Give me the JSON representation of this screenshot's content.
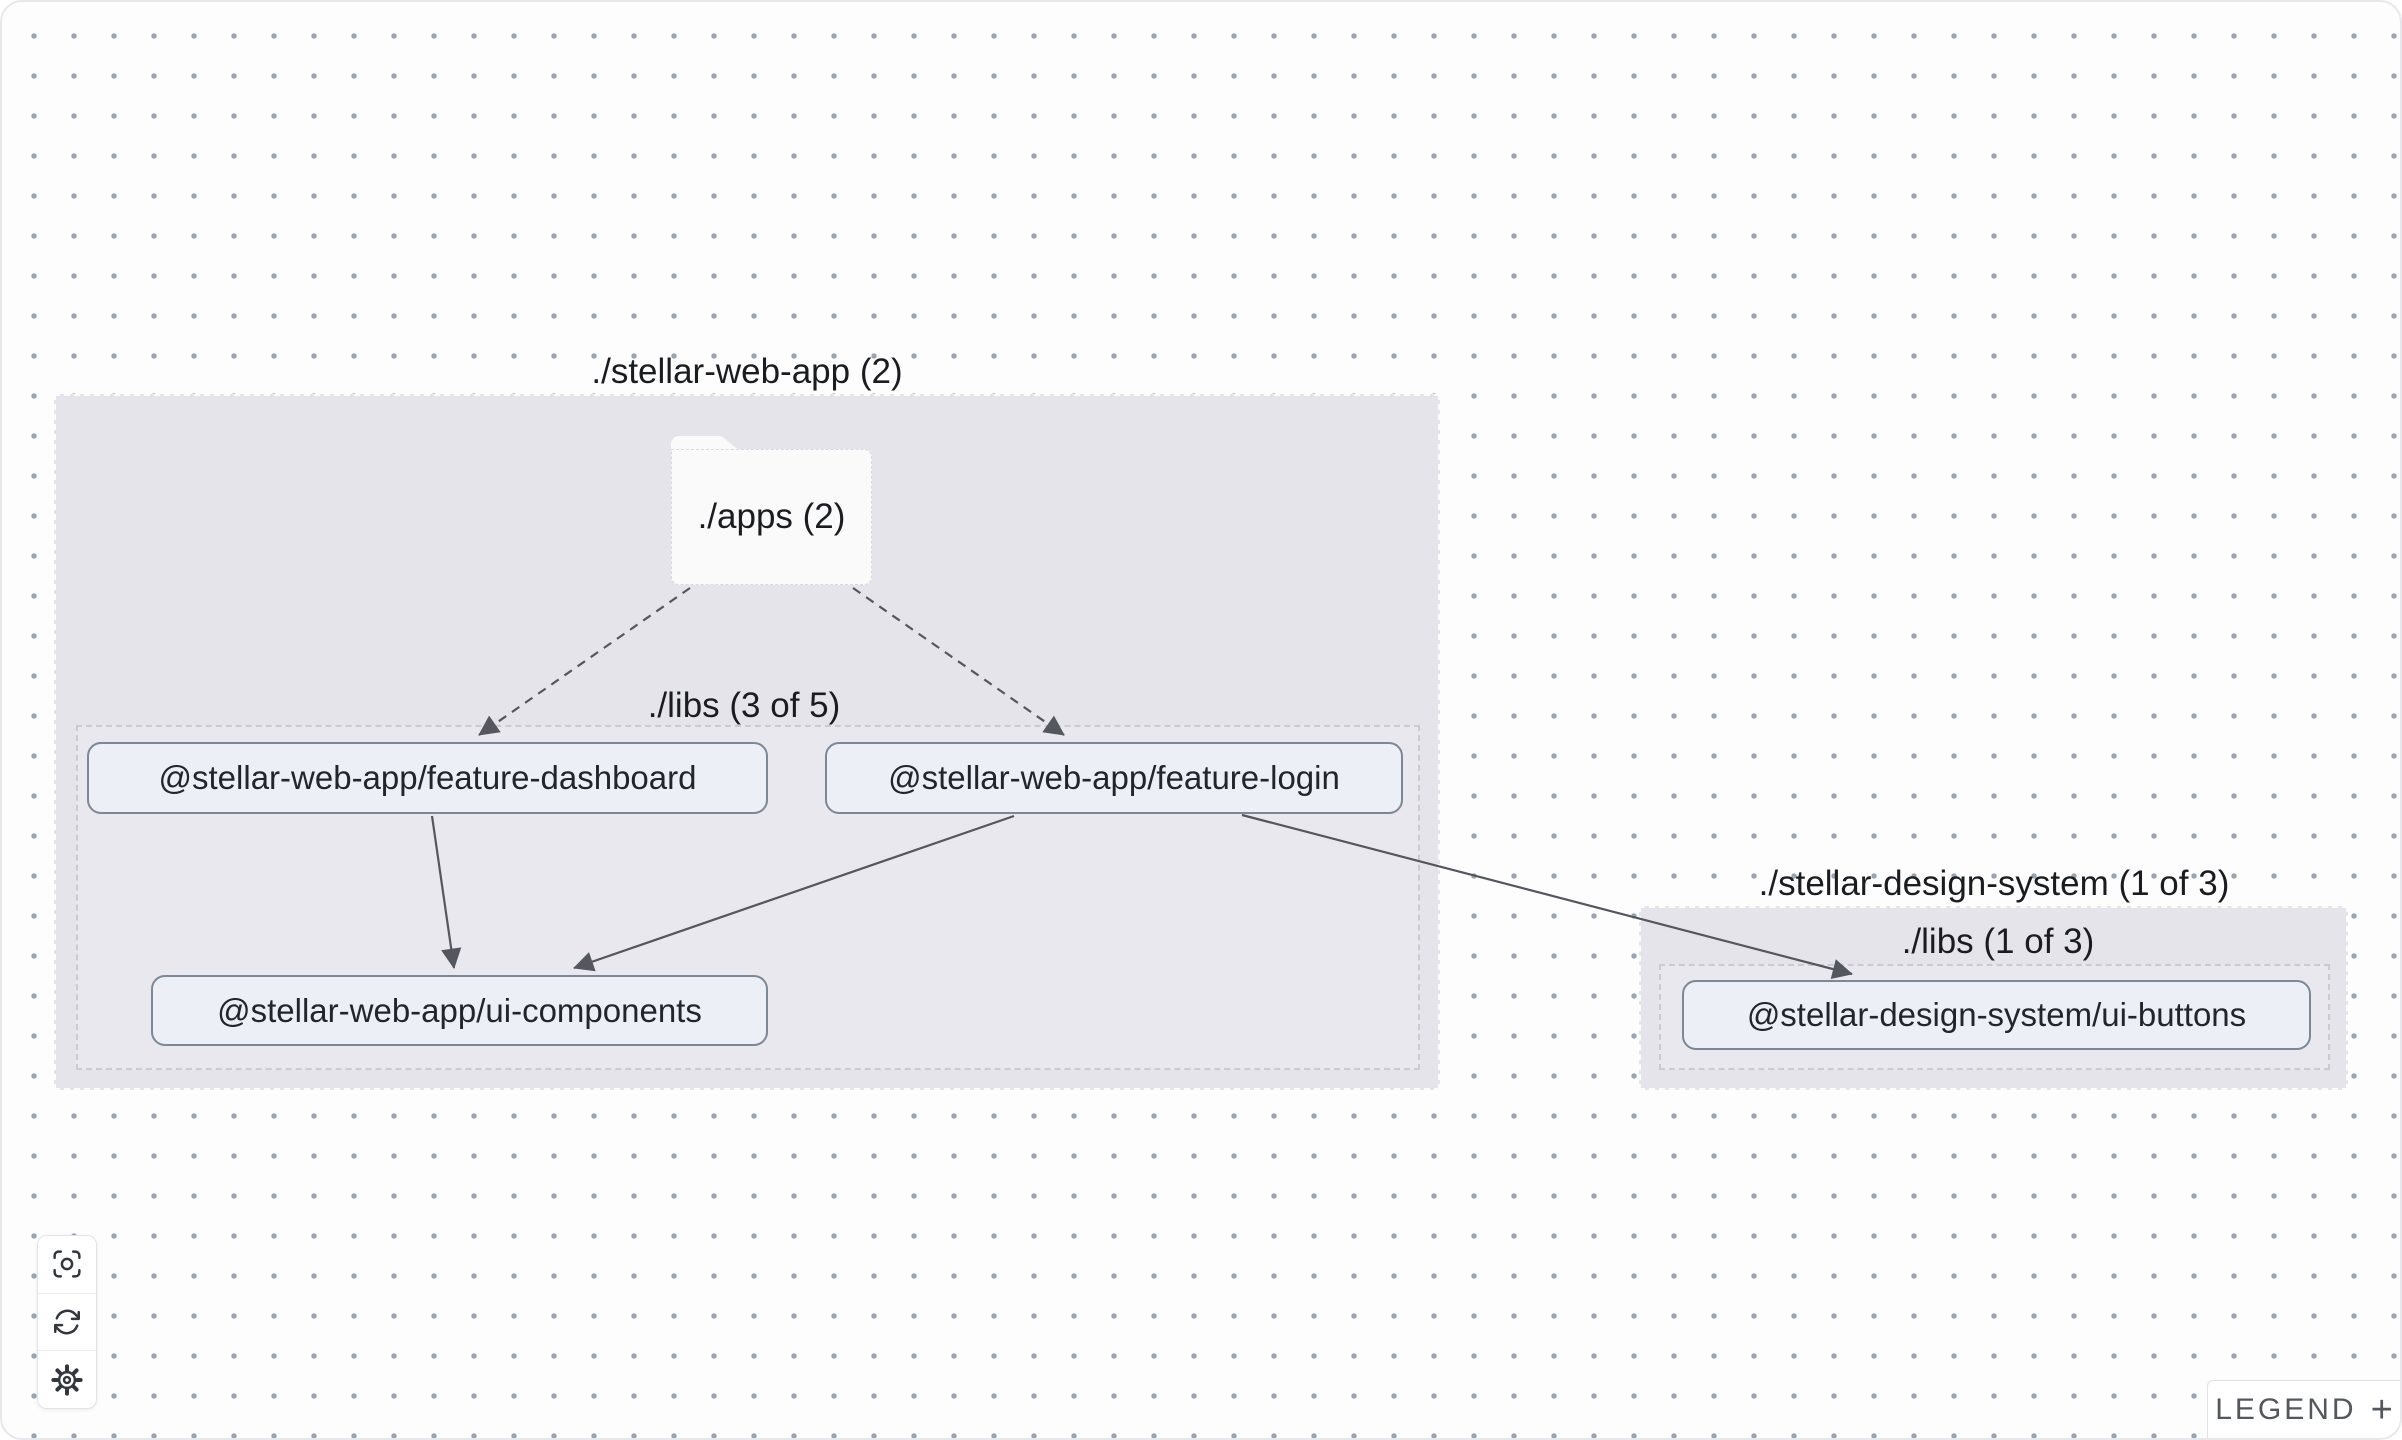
{
  "graph": {
    "groups": [
      {
        "id": "stellar-web-app",
        "label": "./stellar-web-app (2)"
      },
      {
        "id": "web-app-libs",
        "label": "./libs (3 of 5)"
      },
      {
        "id": "stellar-design-system",
        "label": "./stellar-design-system (1 of 3)"
      },
      {
        "id": "design-system-libs",
        "label": "./libs (1 of 3)"
      }
    ],
    "folder_node": {
      "id": "apps",
      "label": "./apps (2)"
    },
    "nodes": [
      {
        "id": "feature-dashboard",
        "label": "@stellar-web-app/feature-dashboard"
      },
      {
        "id": "feature-login",
        "label": "@stellar-web-app/feature-login"
      },
      {
        "id": "ui-components",
        "label": "@stellar-web-app/ui-components"
      },
      {
        "id": "ui-buttons",
        "label": "@stellar-design-system/ui-buttons"
      }
    ],
    "edges": [
      {
        "from": "./apps",
        "to": "@stellar-web-app/feature-dashboard",
        "style": "dashed"
      },
      {
        "from": "./apps",
        "to": "@stellar-web-app/feature-login",
        "style": "dashed"
      },
      {
        "from": "@stellar-web-app/feature-dashboard",
        "to": "@stellar-web-app/ui-components",
        "style": "solid"
      },
      {
        "from": "@stellar-web-app/feature-login",
        "to": "@stellar-web-app/ui-components",
        "style": "solid"
      },
      {
        "from": "@stellar-web-app/feature-login",
        "to": "@stellar-design-system/ui-buttons",
        "style": "solid"
      }
    ],
    "colors": {
      "group_fill": "#e5e4ea",
      "inner_group_fill": "#e9e8ee",
      "node_fill": "#edeff7",
      "node_border": "#7e8795",
      "edge": "#54575e",
      "dot_grid": "#9aa4b2"
    }
  },
  "controls": {
    "buttons": [
      {
        "name": "focus"
      },
      {
        "name": "refresh"
      },
      {
        "name": "settings"
      }
    ]
  },
  "legend": {
    "label": "LEGEND",
    "expand_icon": "+"
  }
}
